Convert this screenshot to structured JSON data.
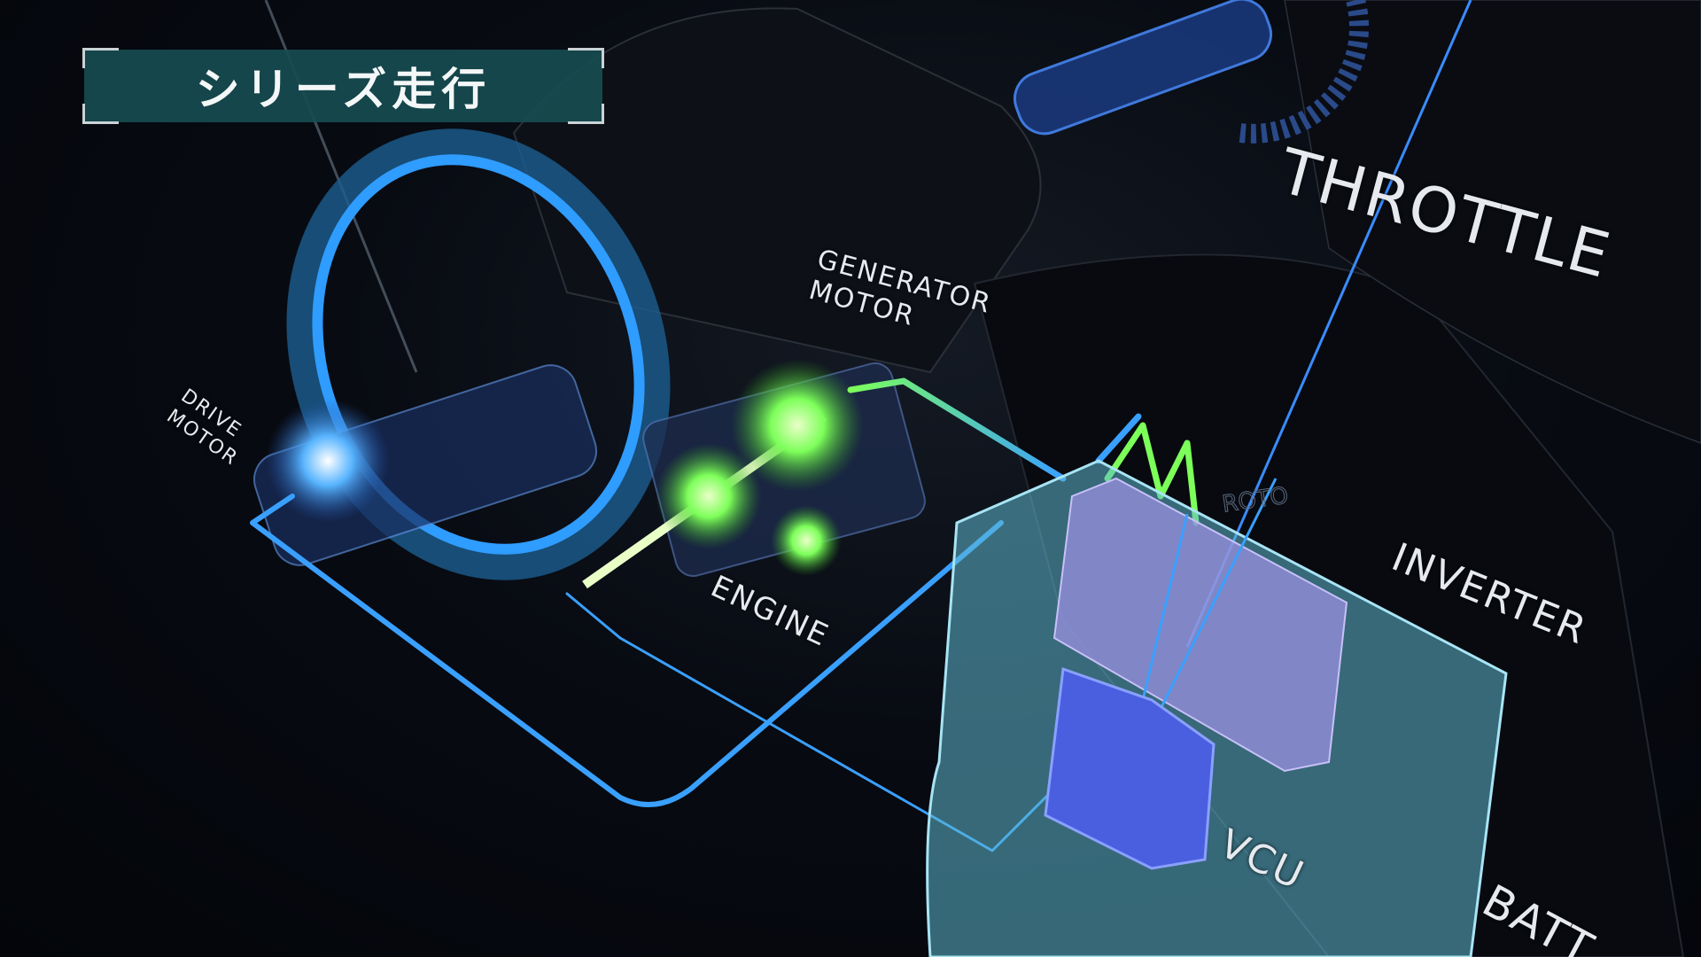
{
  "title": "シリーズ走行",
  "labels": {
    "throttle": "THROTTLE",
    "generator_motor_line1": "GENERATOR",
    "generator_motor_line2": "MOTOR",
    "drive_motor_line1": "DRIVE",
    "drive_motor_line2": "MOTOR",
    "engine": "ENGINE",
    "inverter": "INVERTER",
    "vcu": "VCU",
    "battery": "BATT"
  },
  "colors": {
    "title_bg": "#164c50",
    "wire_blue": "#3aa0ff",
    "energy_green": "#7dff5a",
    "battery_box": "#5fb8d0",
    "inverter": "#9a90e0",
    "vcu": "#4a5ee0"
  }
}
